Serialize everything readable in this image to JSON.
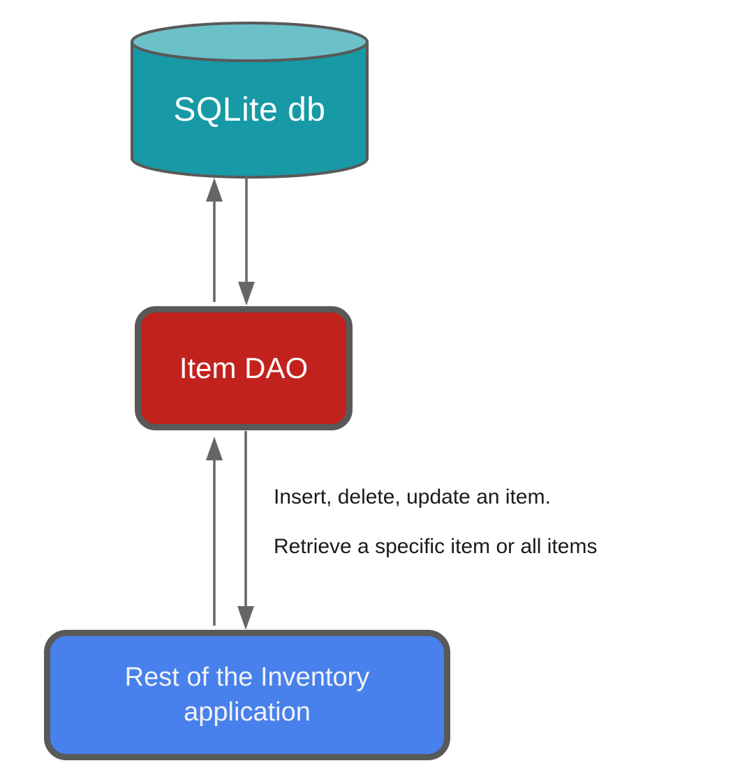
{
  "diagram": {
    "title": "Item DAO architecture diagram",
    "nodes": {
      "sqlite_db": {
        "label": "SQLite db",
        "shape": "cylinder",
        "fill": "#1799a6",
        "top_fill": "#6cc1c9",
        "text_color": "#ffffff"
      },
      "item_dao": {
        "label": "Item DAO",
        "shape": "rounded-rect",
        "fill": "#c2221d",
        "text_color": "#ffffff"
      },
      "rest_app": {
        "label": "Rest of the Inventory application",
        "shape": "rounded-rect",
        "fill": "#4880ec",
        "text_color": "#f1f3f4"
      }
    },
    "edges": [
      {
        "id": "dao-to-db",
        "from": "item_dao",
        "to": "sqlite_db",
        "direction": "up"
      },
      {
        "id": "db-to-dao",
        "from": "sqlite_db",
        "to": "item_dao",
        "direction": "down"
      },
      {
        "id": "app-to-dao",
        "from": "rest_app",
        "to": "item_dao",
        "direction": "up"
      },
      {
        "id": "dao-to-app",
        "from": "item_dao",
        "to": "rest_app",
        "direction": "down"
      }
    ],
    "annotation": {
      "line1": "Insert, delete, update an item.",
      "line2": "Retrieve a specific item or all items"
    },
    "colors": {
      "node_stroke": "#595959",
      "arrow": "#666666",
      "annotation_text": "#1a1a1a",
      "background": "#ffffff"
    }
  }
}
